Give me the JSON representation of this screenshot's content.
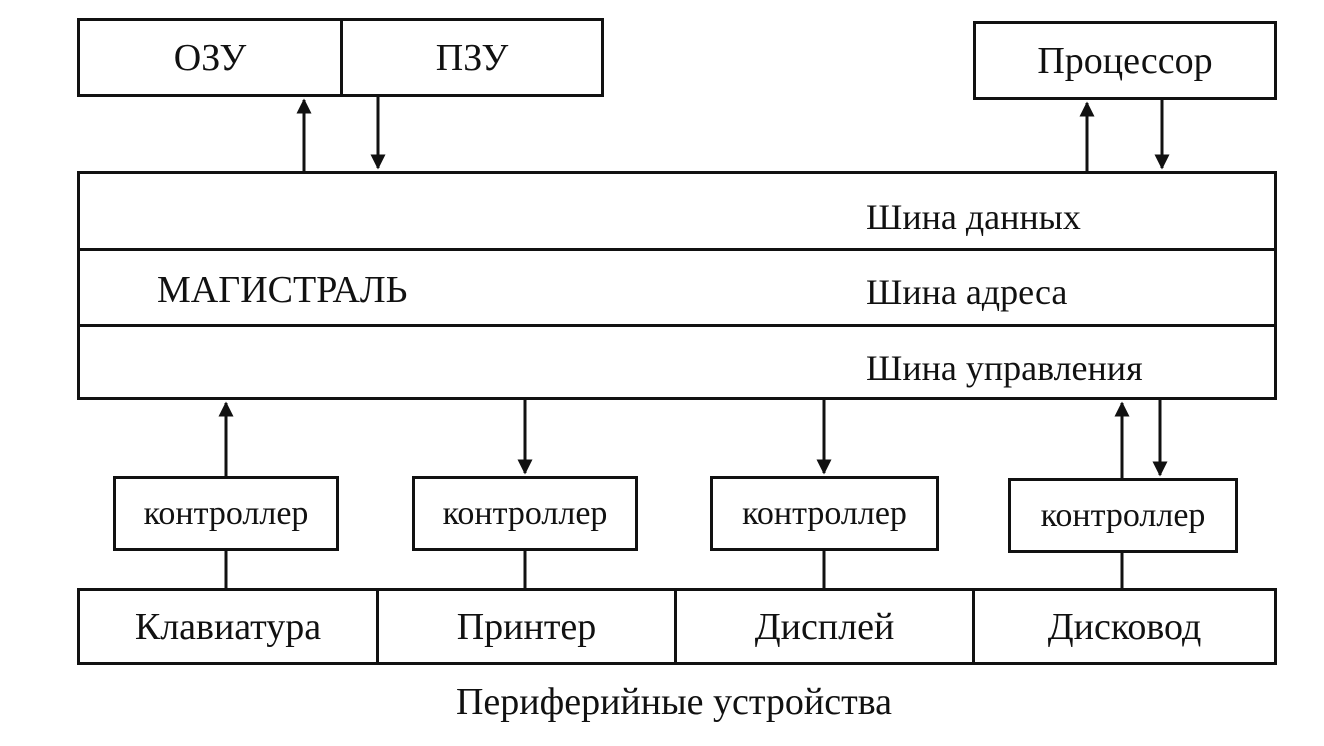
{
  "memory": {
    "ram": "ОЗУ",
    "rom": "ПЗУ"
  },
  "processor": "Процессор",
  "bus": {
    "name": "МАГИСТРАЛЬ",
    "data": "Шина данных",
    "address": "Шина адреса",
    "control": "Шина управления"
  },
  "controllers": [
    "контроллер",
    "контроллер",
    "контроллер",
    "контроллер"
  ],
  "devices": [
    "Клавиатура",
    "Принтер",
    "Дисплей",
    "Дисковод"
  ],
  "caption": "Периферийные устройства"
}
